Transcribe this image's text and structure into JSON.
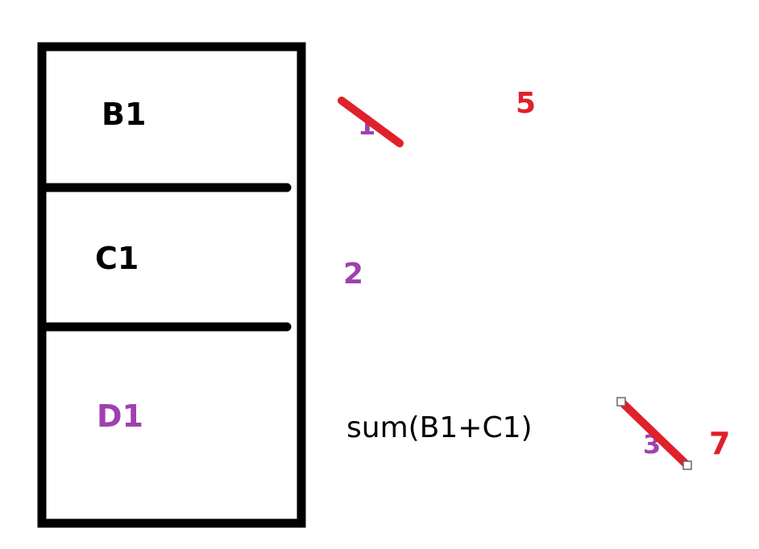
{
  "cells": {
    "b1": "B1",
    "c1": "C1",
    "d1": "D1"
  },
  "values": {
    "b1_original": "1",
    "b1_new": "5",
    "c1": "2",
    "formula": "sum(B1+C1)",
    "d1_original": "3",
    "d1_new": "7"
  },
  "colors": {
    "outline": "#000000",
    "purple": "#a040b0",
    "red": "#e0202a",
    "black_text": "#000000"
  }
}
